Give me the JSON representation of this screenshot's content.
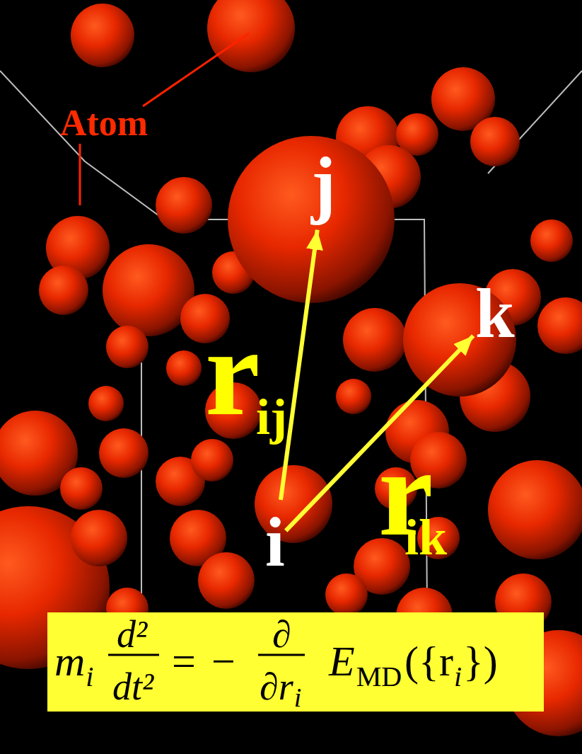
{
  "diagram": {
    "nodes": [
      {
        "text": [
          "j"
        ]
      },
      {
        "text": [
          "k"
        ]
      },
      {
        "text": [
          "i"
        ]
      },
      {
        "text": [
          "m",
          "i",
          "d²",
          "dt²",
          "=",
          "−",
          "∂",
          "∂r",
          "i",
          "E",
          "MD",
          "({r",
          "i",
          "})"
        ]
      }
    ],
    "edges": [
      {
        "from": 2,
        "to": 0,
        "arrow": "to"
      },
      {
        "from": 2,
        "to": 1,
        "arrow": "to"
      }
    ],
    "labels": [
      "Atom",
      "r",
      "ij",
      "r",
      "ik"
    ]
  }
}
